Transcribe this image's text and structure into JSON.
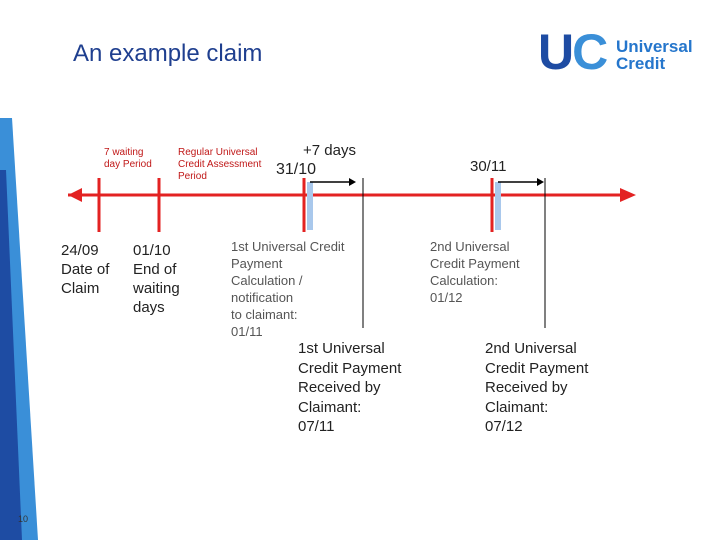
{
  "slide": {
    "title": "An example claim",
    "slide_number": "10",
    "logo": {
      "mark": "UC",
      "word1": "Universal",
      "word2": "Credit"
    },
    "labels": {
      "waiting_period": "7 waiting\nday Period",
      "assessment_period": "Regular Universal\nCredit Assessment\nPeriod",
      "plus_days": "+7 days",
      "date_3110": "31/10",
      "date_3011": "30/11",
      "date_of_claim": "24/09\nDate of\nClaim",
      "end_waiting": "01/10\nEnd of\nwaiting\ndays",
      "first_calc": "1st Universal Credit\nPayment\nCalculation /\nnotification\nto claimant:\n01/11",
      "second_calc": "2nd Universal\nCredit Payment\nCalculation:\n01/12",
      "first_received": "1st Universal\nCredit Payment\nReceived by\nClaimant:\n07/11",
      "second_received": "2nd Universal\nCredit Payment\nReceived by\nClaimant:\n07/12"
    },
    "colors": {
      "title": "#1f3f8f",
      "timeline": "#e32222",
      "marker_blue": "#a9c8ec",
      "band_dark": "#1e4ca3",
      "band_light": "#3a8fd8"
    }
  }
}
